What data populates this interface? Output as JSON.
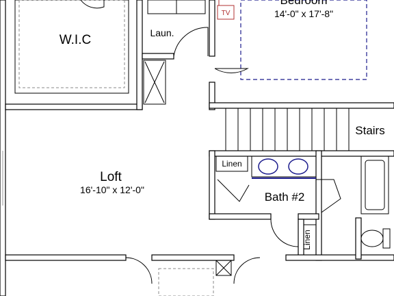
{
  "rooms": {
    "wic": {
      "name": "W.I.C"
    },
    "laundry": {
      "name": "Laun."
    },
    "bedroom": {
      "name": "Bedroom",
      "dimensions": "14'-0\" x 17'-8\""
    },
    "tv": {
      "label": "TV"
    },
    "stairs": {
      "name": "Stairs"
    },
    "loft": {
      "name": "Loft",
      "dimensions": "16'-10\" x 12'-0\""
    },
    "linen_top": {
      "name": "Linen"
    },
    "bath2": {
      "name": "Bath #2"
    },
    "linen_side": {
      "name": "Linen"
    }
  },
  "colors": {
    "walls": "#000000",
    "bedroom_outline": "#1a1a8c",
    "tv_marker": "#b03030",
    "sink": "#1a1a8c",
    "counter_line": "#1a1a8c"
  }
}
